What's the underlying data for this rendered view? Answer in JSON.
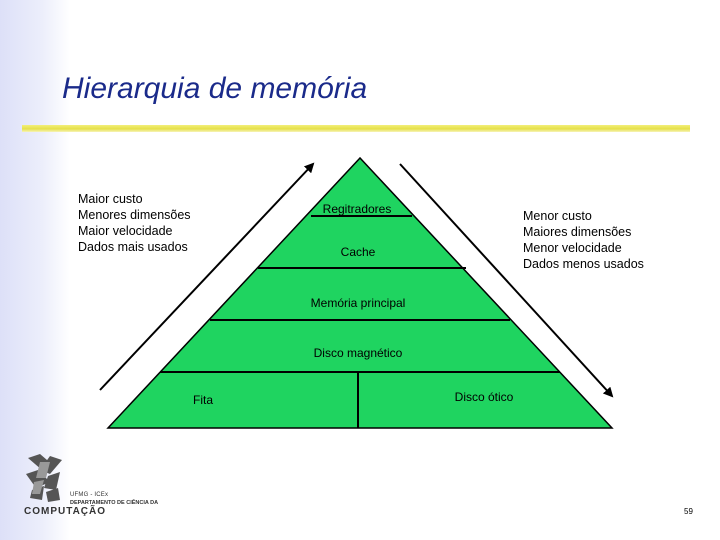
{
  "slide": {
    "title": "Hierarquia de memória",
    "page_number": "59"
  },
  "left_notes": [
    "Maior custo",
    "Menores dimensões",
    "Maior velocidade",
    "Dados mais usados"
  ],
  "right_notes": [
    "Menor custo",
    "Maiores dimensões",
    "Menor velocidade",
    "Dados menos usados"
  ],
  "pyramid": {
    "levels": {
      "registers": "Regitradores",
      "cache": "Cache",
      "main_memory": "Memória principal",
      "magnetic_disk": "Disco magnético",
      "tape": "Fita",
      "optical_disk": "Disco ótico"
    }
  },
  "logo": {
    "line1": "UFMG - ICEx",
    "line2": "DEPARTAMENTO DE CIÊNCIA DA",
    "line3": "COMPUTAÇÃO"
  },
  "colors": {
    "pyramid_fill": "#1fd460",
    "title": "#1a2a8a",
    "rule": "#e6e04a"
  }
}
